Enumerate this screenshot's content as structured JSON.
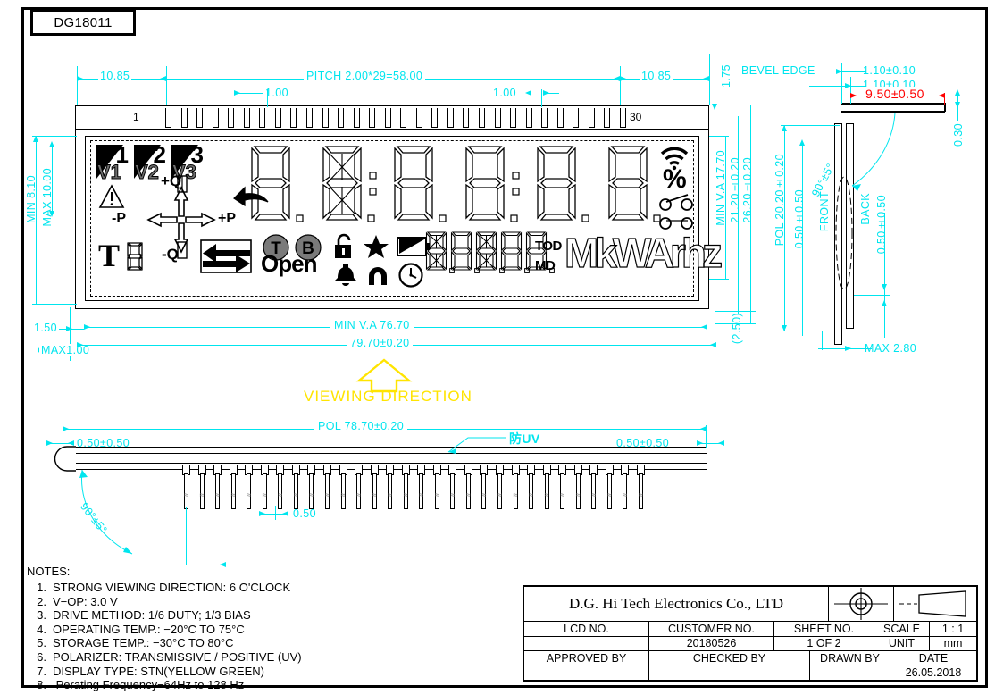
{
  "drawing": {
    "part_tag": "DG18011"
  },
  "top_dimensions": {
    "left_margin": "10.85",
    "pitch": "PITCH 2.00*29=58.00",
    "pin_width_left": "1.00",
    "pin_width_right": "1.00",
    "right_margin": "10.85",
    "bevel_edge": "BEVEL EDGE",
    "t1": "1.10±0.10",
    "t2": "1.10±0.10",
    "overhang": "9.50±0.50",
    "thin": "0.30",
    "pin_first": "1",
    "pin_last": "30"
  },
  "left_dimensions": {
    "min": "MIN 8.10",
    "max": "MAX 10.00",
    "edge": "1.50",
    "max1": "MAX1.00"
  },
  "right_dimensions": {
    "bezel_top": "1.75",
    "min_va_h": "MIN V.A 17.70",
    "va_h": "21.20±0.20",
    "total_h": "26.20±0.20",
    "bottom_gap": "(2.50)",
    "pol_h": "POL 20.20±0.20",
    "pol_tol": "0.50±0.50",
    "front": "FRONT",
    "back": "BACK",
    "back_tol": "0.50±0.50",
    "angle": "90°±5°",
    "max_thick": "MAX 2.80"
  },
  "bottom_dimensions": {
    "min_va_w": "MIN V.A 76.70",
    "total_w": "79.70±0.20",
    "viewing_direction": "VIEWING  DIRECTION",
    "pol_w": "POL 78.70±0.20",
    "pol_left": "0.50±0.50",
    "pol_right": "0.50±0.50",
    "uv_label": "防UV",
    "pin_thick": "0.50",
    "angle": "90°±5°"
  },
  "lcd": {
    "badges": [
      {
        "num": "1",
        "v": "V1"
      },
      {
        "num": "2",
        "v": "V2"
      },
      {
        "num": "3",
        "v": "V3"
      }
    ],
    "icons": [
      "warning-triangle-icon",
      "plus-q-label",
      "undo-arrow-icon",
      "minus-p-label",
      "plus-p-label",
      "minus-q-label",
      "cross-arrows-icon",
      "t-letter-icon",
      "exchange-arrows-icon",
      "t-circle-icon",
      "b-circle-icon",
      "open-label",
      "padlock-icon",
      "star-icon",
      "battery-icon",
      "bell-icon",
      "magnet-icon",
      "clock-icon",
      "wifi-icon",
      "percent-icon",
      "connector-icon"
    ],
    "labels": {
      "plus_q": "+Q",
      "minus_q": "-Q",
      "plus_p": "+P",
      "minus_p": "-P",
      "t": "T",
      "open": "Open",
      "t_circle": "T",
      "b_circle": "B",
      "tod": "TOD",
      "md": "MD",
      "units": "MkWArhz",
      "percent": "%"
    },
    "main_digits": "8.8.8.8.8.8.",
    "sub_digits": "8.8.8.8.8"
  },
  "notes": {
    "header": "NOTES:",
    "items": [
      {
        "n": "1.",
        "text": "STRONG VIEWING DIRECTION:   6 O'CLOCK"
      },
      {
        "n": "2.",
        "text": "V−OP: 3.0 V"
      },
      {
        "n": "3.",
        "text": "DRIVE METHOD: 1/6 DUTY; 1/3 BIAS"
      },
      {
        "n": "4.",
        "text": "OPERATING TEMP.: −20°C TO 75°C"
      },
      {
        "n": "5.",
        "text": "STORAGE TEMP.: −30°C TO 80°C"
      },
      {
        "n": "6.",
        "text": "POLARIZER: TRANSMISSIVE / POSITIVE   (UV)"
      },
      {
        "n": "7.",
        "text": "DISPLAY TYPE: STN(YELLOW GREEN)"
      },
      {
        "n": "8.",
        "text": "  Perating Frequency−64Hz to 128 Hz"
      }
    ]
  },
  "title_block": {
    "company": "D.G. Hi Tech Electronics Co., LTD",
    "labels": {
      "lcd_no": "LCD NO.",
      "customer_no": "CUSTOMER NO.",
      "sheet_no": "SHEET NO.",
      "scale": "SCALE",
      "unit": "UNIT",
      "approved_by": "APPROVED BY",
      "checked_by": "CHECKED BY",
      "drawn_by": "DRAWN BY",
      "date": "DATE"
    },
    "values": {
      "lcd_no": "",
      "customer_no": "20180526",
      "sheet_no": "1 OF 2",
      "scale": "1 : 1",
      "unit": "mm",
      "approved_by": "",
      "checked_by": "",
      "drawn_by": "",
      "date": "26.05.2018"
    }
  },
  "colors": {
    "dimension": "#00e5ee",
    "highlight_red": "#ff0000",
    "viewing_yellow": "#ffe400",
    "outline": "#000000"
  }
}
